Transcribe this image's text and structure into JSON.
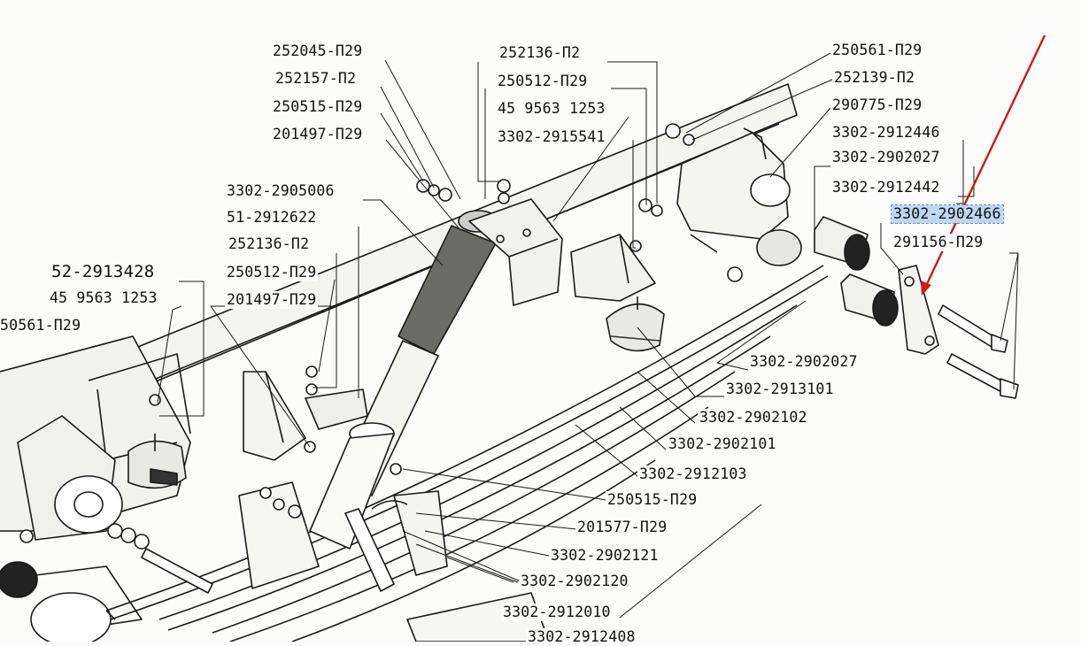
{
  "colors": {
    "ink": "#1a1a1a",
    "paper": "#fcfcfa",
    "highlight": "#bcd7f5",
    "arrow": "#d01818"
  },
  "highlighted_part": "3302-2902466",
  "labels": [
    "252045-П29",
    "252157-П2",
    "250515-П29",
    "201497-П29",
    "252136-П2",
    "250512-П29",
    "45 9563 1253",
    "3302-2915541",
    "250561-П29",
    "252139-П2",
    "290775-П29",
    "3302-2912446",
    "3302-2902027",
    "3302-2912442",
    "3302-2902466",
    "291156-П29",
    "3302-2905006",
    "51-2912622",
    "252136-П2",
    "250512-П29",
    "201497-П29",
    "52-2913428",
    "45 9563 1253",
    "50561-П29",
    "3302-2902027",
    "3302-2913101",
    "3302-2902102",
    "3302-2902101",
    "3302-2912103",
    "250515-П29",
    "201577-П29",
    "3302-2902121",
    "3302-2902120",
    "3302-2912010",
    "3302-2912408"
  ]
}
